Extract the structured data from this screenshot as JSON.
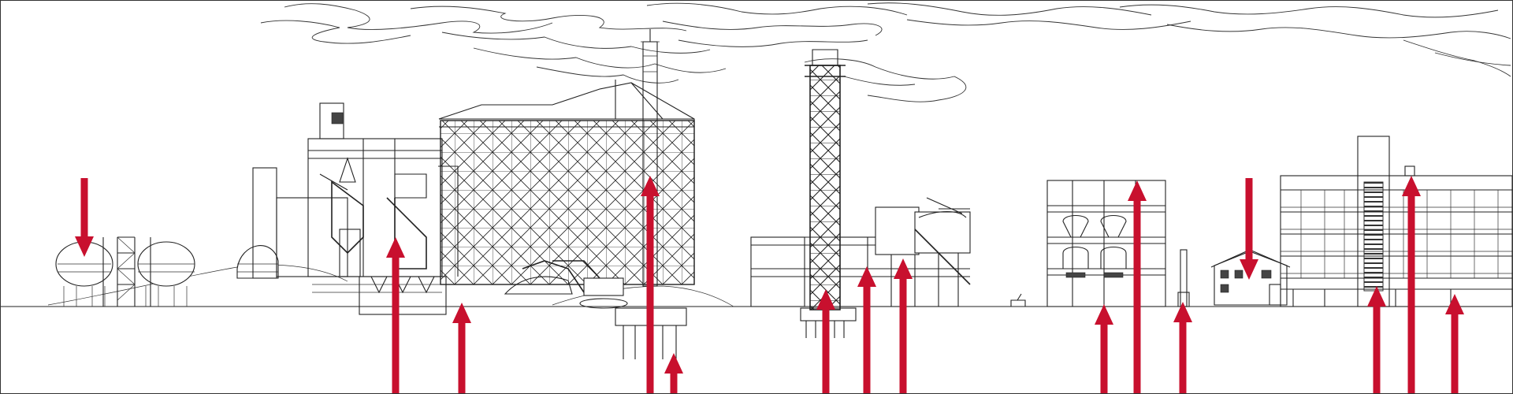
{
  "colors": {
    "arrow": "#C8102E",
    "line": "#222222",
    "background": "#FFFFFF"
  },
  "arrows": [
    {
      "id": "arrow-gas-tanks",
      "direction": "down"
    },
    {
      "id": "arrow-boiler-1",
      "direction": "up"
    },
    {
      "id": "arrow-boiler-2",
      "direction": "up"
    },
    {
      "id": "arrow-warehouse",
      "direction": "up"
    },
    {
      "id": "arrow-pile-foundation",
      "direction": "up"
    },
    {
      "id": "arrow-chimney-base",
      "direction": "up"
    },
    {
      "id": "arrow-plant-1",
      "direction": "up"
    },
    {
      "id": "arrow-plant-2",
      "direction": "up"
    },
    {
      "id": "arrow-factory-ground",
      "direction": "up"
    },
    {
      "id": "arrow-factory-top",
      "direction": "up"
    },
    {
      "id": "arrow-small-tower",
      "direction": "up"
    },
    {
      "id": "arrow-house",
      "direction": "down"
    },
    {
      "id": "arrow-office-stair",
      "direction": "up"
    },
    {
      "id": "arrow-office-roof",
      "direction": "up"
    },
    {
      "id": "arrow-office-right",
      "direction": "up"
    }
  ]
}
